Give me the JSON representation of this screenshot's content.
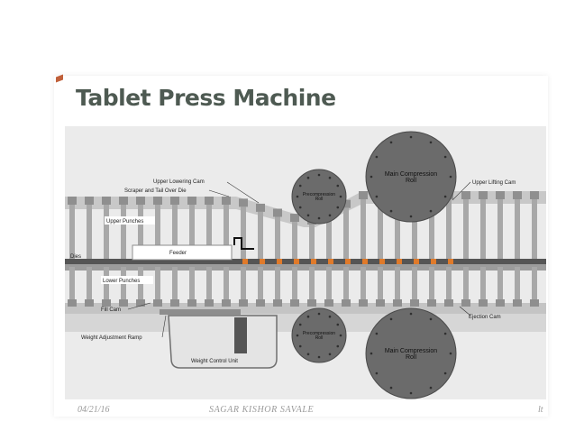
{
  "slide": {
    "title": "Tablet Press Machine",
    "footer": {
      "date": "04/21/16",
      "author": "SAGAR KISHOR SAVALE",
      "page": "lt"
    }
  },
  "diagram": {
    "labels": {
      "upper_lowering_cam": "Upper Lowering Cam",
      "scraper_tail": "Scraper and Tail Over Die",
      "upper_punches": "Upper Punches",
      "feeder": "Feeder",
      "dies": "Dies",
      "lower_punches": "Lower Punches",
      "fill_cam": "Fill Cam",
      "weight_adjustment_ramp": "Weight Adjustment Ramp",
      "weight_control_unit": "Weight Control Unit",
      "precompression_roll_top": [
        "Precompression",
        "Roll"
      ],
      "precompression_roll_bottom": [
        "Precompression",
        "Roll"
      ],
      "main_compression_roll_top": [
        "Main Compression",
        "Roll"
      ],
      "main_compression_roll_bottom": [
        "Main Compression",
        "Roll"
      ],
      "upper_lifting_cam": "Upper Lifting Cam",
      "ejection_cam": "Ejection Cam"
    },
    "colors": {
      "background": "#eaeaea",
      "rail": "#b9b9b9",
      "punch": "#a8a8a8",
      "roll": "#6b6b6b",
      "die_strip": "#555555",
      "granule": "#e07a2a"
    }
  }
}
